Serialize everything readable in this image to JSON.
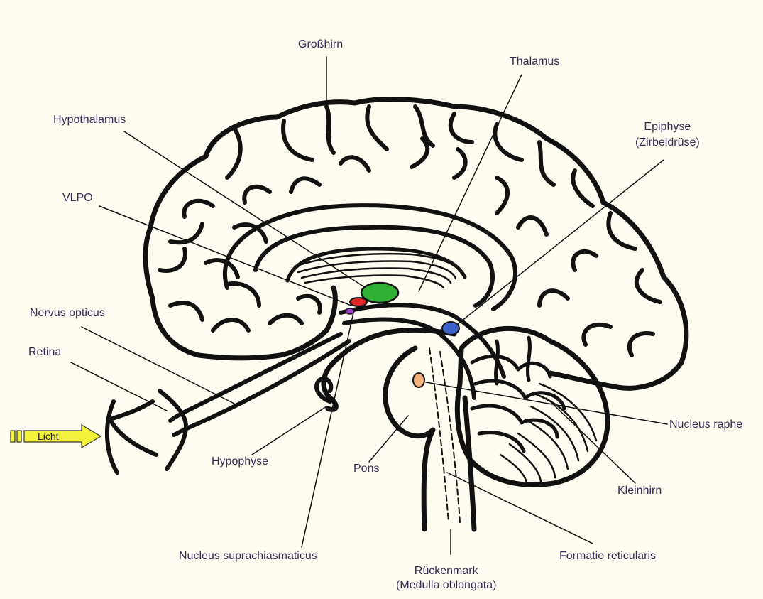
{
  "labels": {
    "grosshirn": "Großhirn",
    "thalamus": "Thalamus",
    "hypothalamus": "Hypothalamus",
    "epiphyse": "Epiphyse",
    "epiphyse_sub": "(Zirbeldrüse)",
    "vlpo": "VLPO",
    "nervus_opticus": "Nervus opticus",
    "retina": "Retina",
    "licht": "Licht",
    "hypophyse": "Hypophyse",
    "pons": "Pons",
    "nucleus_raphe": "Nucleus raphe",
    "kleinhirn": "Kleinhirn",
    "nucleus_suprachiasmaticus": "Nucleus suprachiasmaticus",
    "rueckenmark": "Rückenmark",
    "rueckenmark_sub": "(Medulla oblongata)",
    "formatio_reticularis": "Formatio reticularis"
  },
  "colors": {
    "background": "#fffdf2",
    "outline": "#111111",
    "label_text": "#3a2a55",
    "thalamus_green": "#2fb135",
    "scn_red": "#e02626",
    "vlpo_purple": "#a040c8",
    "epiphyse_blue": "#3d63c9",
    "raphe_orange": "#f5b078",
    "light_arrow": "#f2f23a"
  }
}
